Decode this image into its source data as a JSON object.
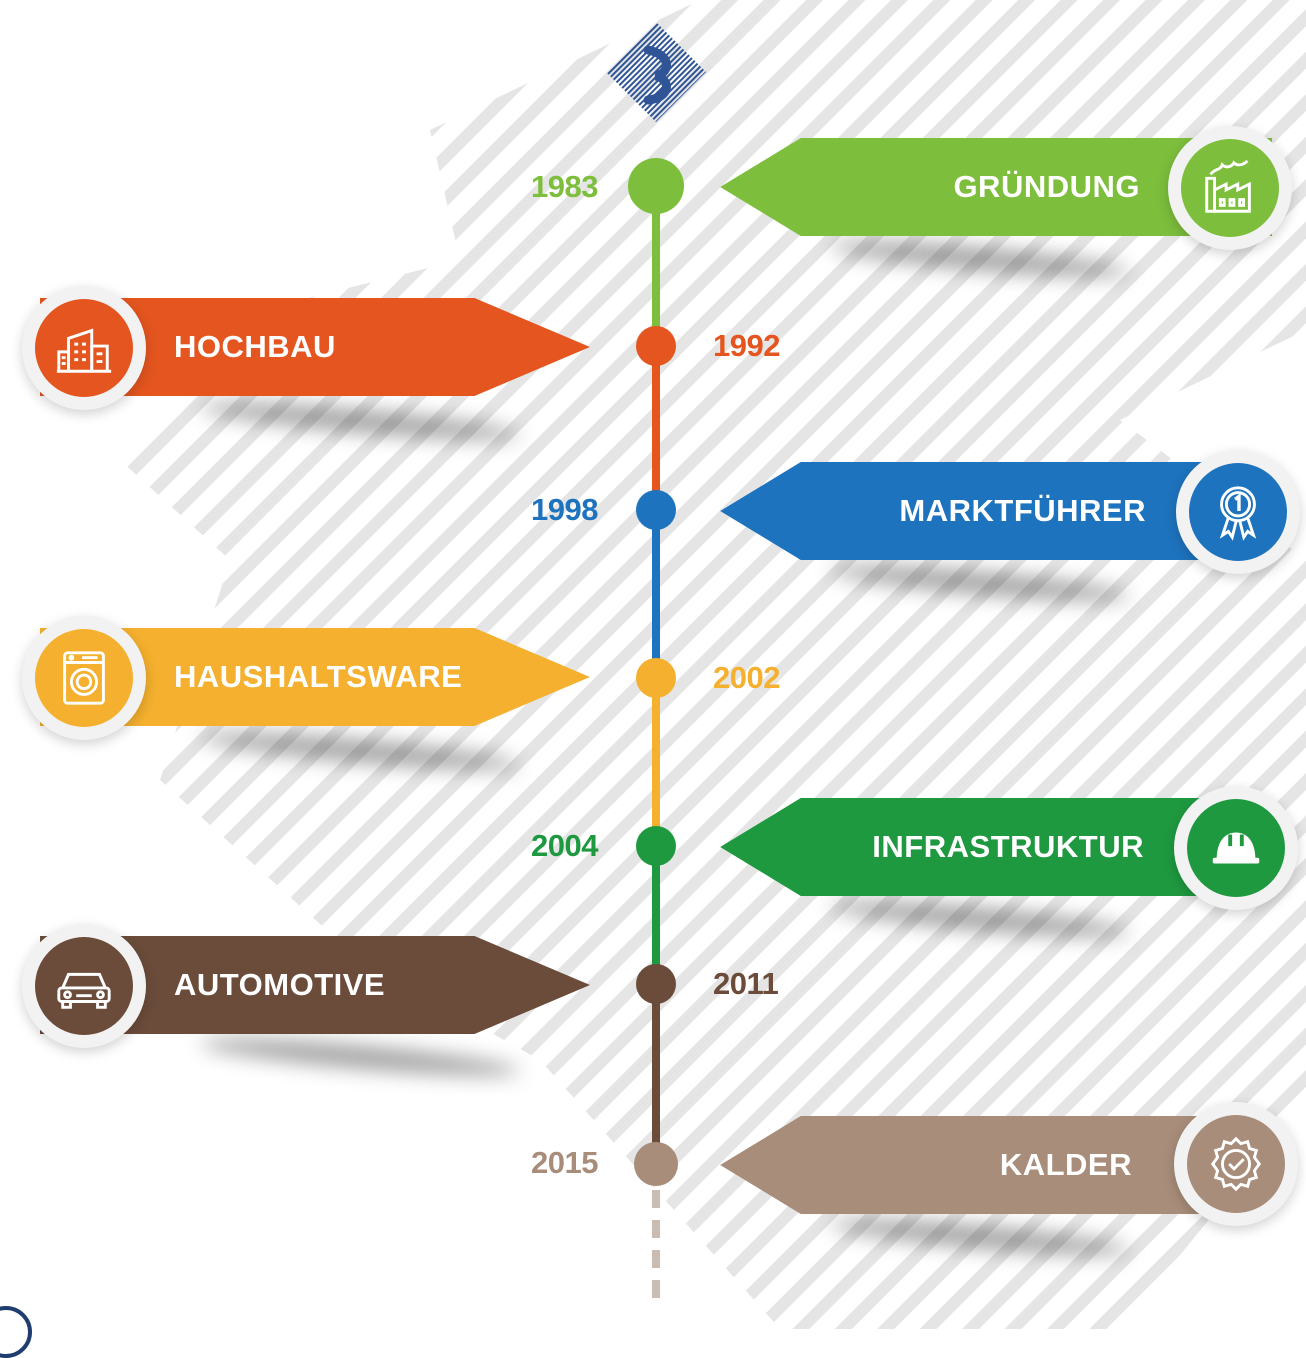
{
  "colors": {
    "green_light": "#7dbe3c",
    "orange": "#e4551f",
    "blue": "#1e73be",
    "yellow": "#f4b02e",
    "green_dark": "#1f9940",
    "brown": "#6b4c3b",
    "taupe": "#a88d7a",
    "stripe": "#e4e4e4",
    "logo_blue": "#2f5597"
  },
  "timeline": [
    {
      "year": "1983",
      "label": "GRÜNDUNG",
      "side": "right",
      "color": "#7dbe3c",
      "icon": "factory-icon"
    },
    {
      "year": "1992",
      "label": "HOCHBAU",
      "side": "left",
      "color": "#e4551f",
      "icon": "buildings-icon"
    },
    {
      "year": "1998",
      "label": "MARKTFÜHRER",
      "side": "right",
      "color": "#1e73be",
      "icon": "award-ribbon-icon"
    },
    {
      "year": "2002",
      "label": "HAUSHALTSWARE",
      "side": "left",
      "color": "#f4b02e",
      "icon": "washing-machine-icon"
    },
    {
      "year": "2004",
      "label": "INFRASTRUKTUR",
      "side": "right",
      "color": "#1f9940",
      "icon": "hard-hat-icon"
    },
    {
      "year": "2011",
      "label": "AUTOMOTIVE",
      "side": "left",
      "color": "#6b4c3b",
      "icon": "car-icon"
    },
    {
      "year": "2015",
      "label": "KALDER",
      "side": "right",
      "color": "#a88d7a",
      "icon": "check-seal-icon"
    }
  ]
}
